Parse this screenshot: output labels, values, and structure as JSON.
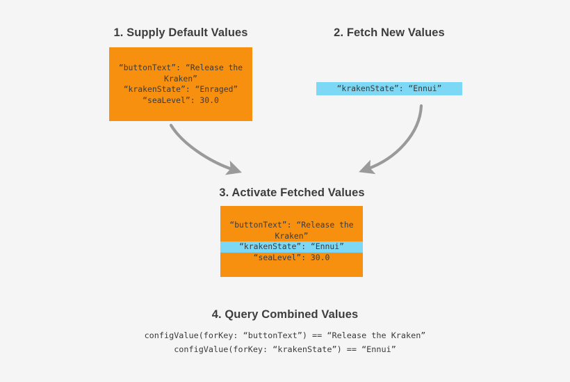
{
  "diagram": {
    "background_color": "#f5f5f5",
    "orange_color": "#f8900f",
    "blue_color": "#7dd8f5",
    "arrow_color": "#9a9a9a",
    "text_color": "#3a3a3a",
    "heading_color": "#3d3d3d"
  },
  "steps": {
    "step1": {
      "title": "1. Supply Default Values",
      "lines": [
        "“buttonText”: “Release the",
        "Kraken”",
        "“krakenState”: “Enraged”",
        "“seaLevel”: 30.0"
      ]
    },
    "step2": {
      "title": "2. Fetch New Values",
      "line": "“krakenState”: “Ennui”"
    },
    "step3": {
      "title": "3. Activate Fetched Values",
      "lines": [
        {
          "text": "“buttonText”: “Release the",
          "highlight": false
        },
        {
          "text": "Kraken”",
          "highlight": false
        },
        {
          "text": "“krakenState”: “Ennui”",
          "highlight": true
        },
        {
          "text": "“seaLevel”: 30.0",
          "highlight": false
        }
      ]
    },
    "step4": {
      "title": "4. Query Combined Values",
      "queries": [
        "configValue(forKey: “buttonText”) == “Release the Kraken”",
        "configValue(forKey: “krakenState”) == “Ennui”"
      ]
    }
  },
  "arrows": [
    {
      "name": "arrow-defaults-to-activate"
    },
    {
      "name": "arrow-fetched-to-activate"
    }
  ]
}
